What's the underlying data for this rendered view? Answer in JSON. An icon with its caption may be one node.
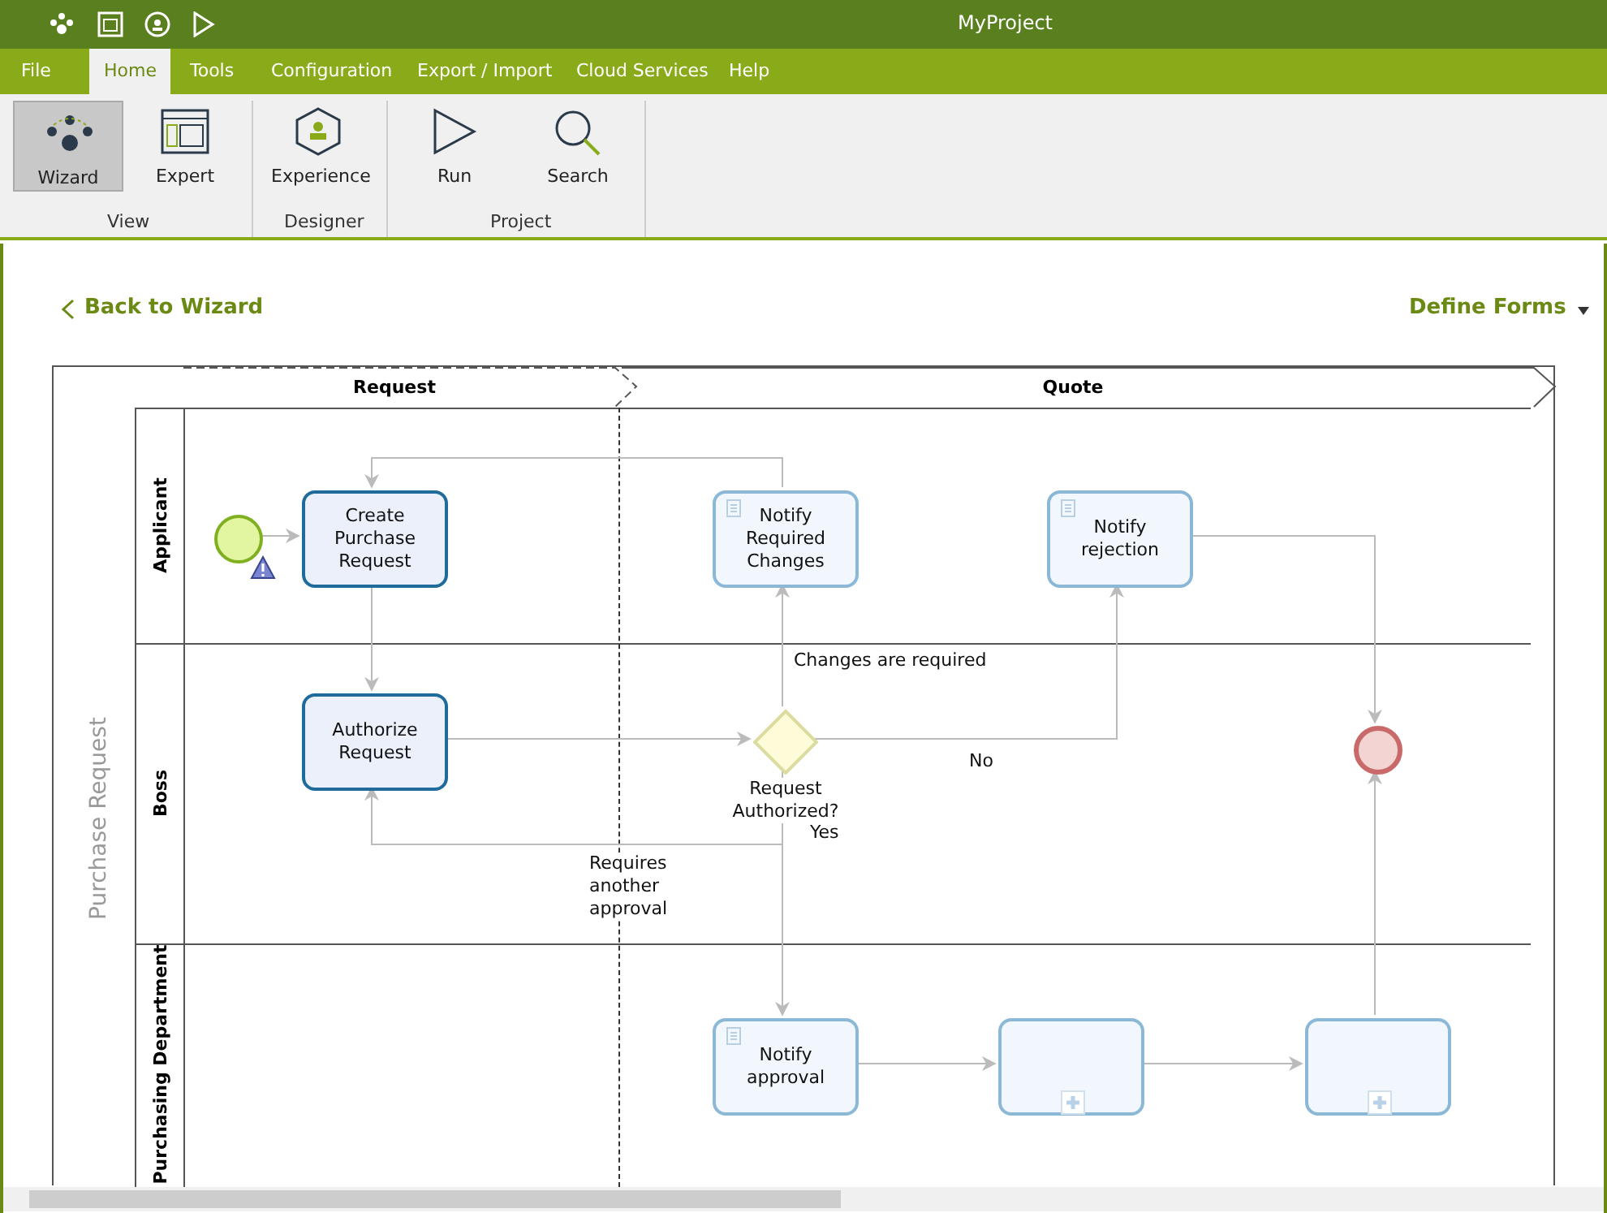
{
  "diagram": {
    "title": "MyProject",
    "nodes": [
      {
        "text": [
          "Purchase Request"
        ]
      },
      {
        "text": [
          "Applicant"
        ],
        "in": 0
      },
      {
        "text": [
          "Boss"
        ],
        "in": 0
      },
      {
        "text": [
          "Purchasing Department"
        ],
        "in": 0
      },
      {
        "text": [
          "Request"
        ],
        "in": 0
      },
      {
        "text": [
          "Quote"
        ],
        "in": 0
      },
      {
        "text": [],
        "shape": "circle",
        "in": 1
      },
      {
        "text": [
          "Create Purchase Request"
        ],
        "in": 1
      },
      {
        "text": [
          "Notify Required Changes"
        ],
        "in": 1
      },
      {
        "text": [
          "Notify rejection"
        ],
        "in": 1
      },
      {
        "text": [
          "Authorize Request"
        ],
        "in": 2
      },
      {
        "text": [
          "Request Authorized?"
        ],
        "in": 2
      },
      {
        "text": [],
        "shape": "circle",
        "in": 2
      },
      {
        "text": [
          "Notify approval"
        ],
        "in": 3
      },
      {
        "text": [],
        "shape": "box",
        "in": 3
      },
      {
        "text": [],
        "shape": "box",
        "in": 3
      }
    ],
    "edges": [
      {
        "from": 6,
        "to": 7,
        "arrow": "to"
      },
      {
        "from": 7,
        "to": 10,
        "arrow": "to"
      },
      {
        "from": 10,
        "to": 11,
        "arrow": "to"
      },
      {
        "from": 11,
        "to": 8,
        "arrow": "to",
        "label": "Changes are required"
      },
      {
        "from": 11,
        "to": 9,
        "arrow": "to",
        "label": "No"
      },
      {
        "from": 11,
        "to": 13,
        "arrow": "to",
        "label": "Yes"
      },
      {
        "from": 11,
        "to": 10,
        "arrow": "to",
        "label": "Requires another approval"
      },
      {
        "from": 8,
        "to": 7,
        "arrow": "to"
      },
      {
        "from": 9,
        "to": 12,
        "arrow": "to"
      },
      {
        "from": 13,
        "to": 14,
        "arrow": "to"
      },
      {
        "from": 14,
        "to": 15,
        "arrow": "to"
      },
      {
        "from": 15,
        "to": 12,
        "arrow": "to"
      }
    ],
    "labels": [
      "File",
      "Home",
      "Tools",
      "Configuration",
      "Export / Import",
      "Cloud Services",
      "Help",
      "Wizard",
      "Expert",
      "Experience",
      "Run",
      "Search",
      "View",
      "Designer",
      "Project",
      "Back to Wizard",
      "Define Forms"
    ]
  }
}
